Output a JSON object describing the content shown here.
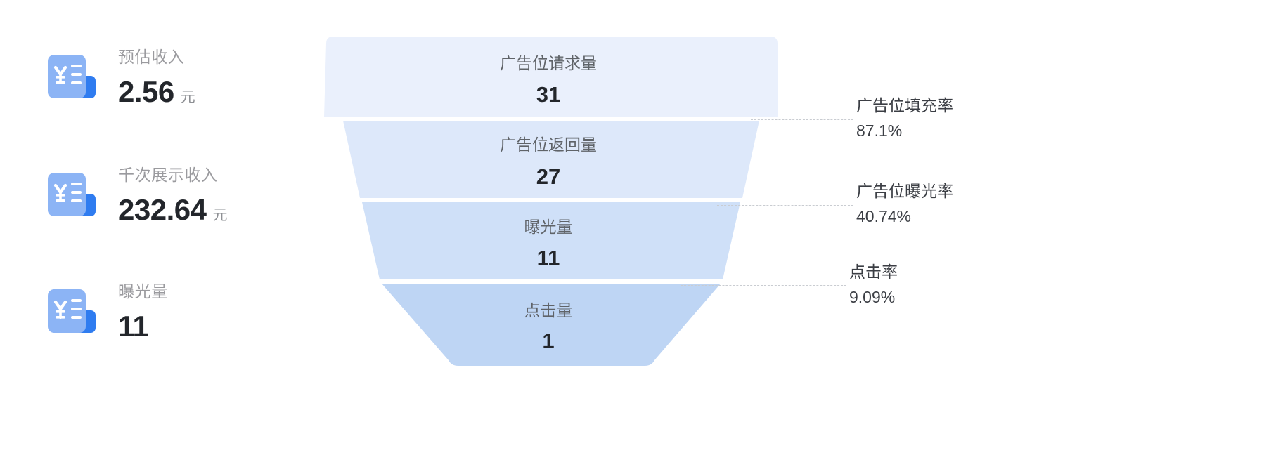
{
  "stats": [
    {
      "label": "预估收入",
      "value": "2.56",
      "unit": "元",
      "icon": "receipt-yuan-icon"
    },
    {
      "label": "千次展示收入",
      "value": "232.64",
      "unit": "元",
      "icon": "receipt-yuan-icon"
    },
    {
      "label": "曝光量",
      "value": "11",
      "unit": "",
      "icon": "receipt-yuan-icon"
    }
  ],
  "colors": {
    "icon_front": "#8cb4f5",
    "icon_back": "#2f7cf0",
    "seg_1": "#eaf0fc",
    "seg_2": "#dde8fa",
    "seg_3": "#cfe0f8",
    "seg_4": "#bed5f4",
    "text_dark": "#23262b",
    "text_muted": "#9a9a9e",
    "leader": "#c9ccd1"
  },
  "chart_data": {
    "type": "funnel",
    "title": "",
    "stages": [
      {
        "name": "广告位请求量",
        "value": 31
      },
      {
        "name": "广告位返回量",
        "value": 27
      },
      {
        "name": "曝光量",
        "value": 11
      },
      {
        "name": "点击量",
        "value": 1
      }
    ],
    "conversion_rates": [
      {
        "label": "广告位填充率",
        "value": "87.1%",
        "between": [
          "广告位请求量",
          "广告位返回量"
        ]
      },
      {
        "label": "广告位曝光率",
        "value": "40.74%",
        "between": [
          "广告位返回量",
          "曝光量"
        ]
      },
      {
        "label": "点击率",
        "value": "9.09%",
        "between": [
          "曝光量",
          "点击量"
        ]
      }
    ],
    "legend": "none",
    "grid": false
  }
}
